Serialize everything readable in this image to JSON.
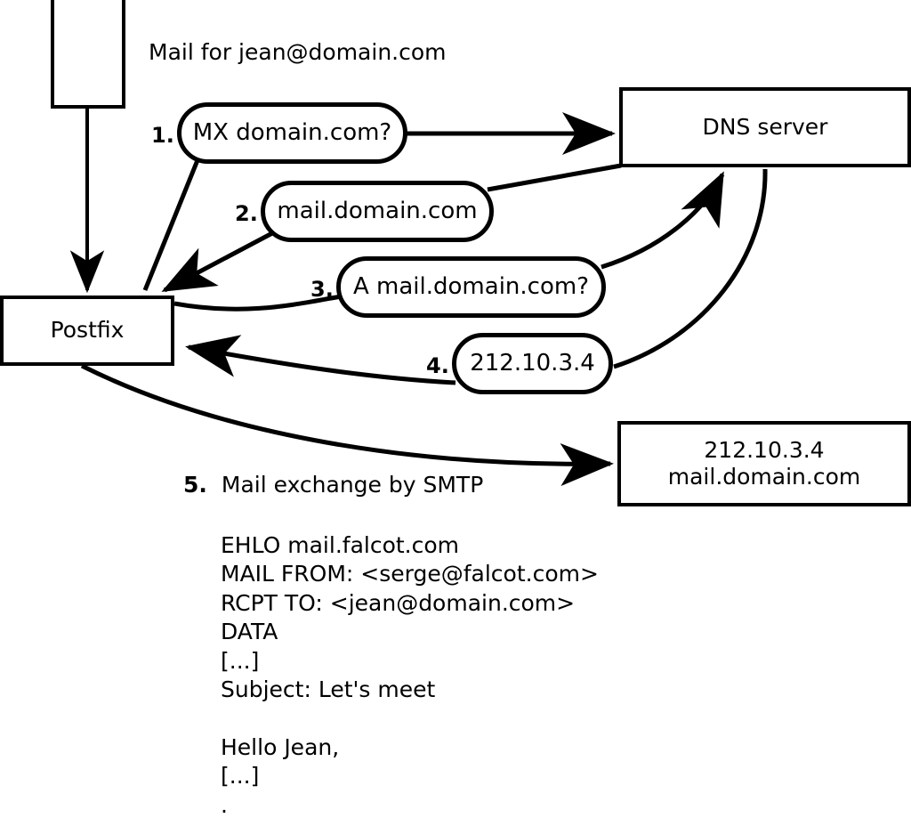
{
  "diagram": {
    "title": "Mail delivery via DNS MX lookup and SMTP",
    "caption": "Mail for jean@domain.com",
    "stroke_color": "#000000",
    "background_color": "#ffffff",
    "nodes": {
      "sender_box": {
        "label": ""
      },
      "postfix": {
        "label": "Postfix"
      },
      "dns_server": {
        "label": "DNS server"
      },
      "mail_server": {
        "label": "212.10.3.4\nmail.domain.com"
      }
    },
    "steps": [
      {
        "num": "1.",
        "text": "MX domain.com?"
      },
      {
        "num": "2.",
        "text": "mail.domain.com"
      },
      {
        "num": "3.",
        "text": "A mail.domain.com?"
      },
      {
        "num": "4.",
        "text": "212.10.3.4"
      }
    ],
    "step5": {
      "num": "5.",
      "text": "Mail exchange by SMTP"
    },
    "smtp_transcript": "EHLO mail.falcot.com\nMAIL FROM: <serge@falcot.com>\nRCPT TO: <jean@domain.com>\nDATA\n[...]\nSubject: Let's meet\n\nHello Jean,\n[...]\n."
  }
}
